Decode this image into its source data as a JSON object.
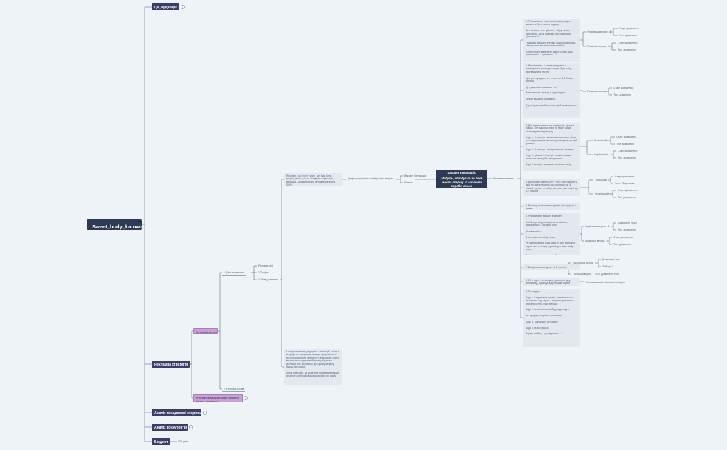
{
  "root": "Sweet_body_katowice",
  "branches": {
    "audience": "ЦА, аудиторії",
    "ad_strategy": "Рекламна стратегія",
    "landing": "Аналіз посадкової сторінки",
    "competitors": "Аналіз конкурентів",
    "budget": "Бюджет"
  },
  "budget_value": "150 днів",
  "nodes": {
    "test_offers": "Оптимізатор тест",
    "interest_audience": "Інтерактивна аудиторія (схвалені віджет, адміністр.)",
    "for_test_1": "1. Для тестування",
    "test_2": "2. Реклама курсів",
    "opt_goals": "Реклама цілі",
    "opt_creo": "1.Трафік",
    "opt_posts": "2. Повідомлення",
    "traffic_segment": "Трафік розділення по відносних метрик",
    "top_vars_a": "Варіант, Вінницька",
    "top_vars_b": "Філіали",
    "hdr_title": "Шрифт креативів.",
    "hdr_body": "Мабуть, спробуємо по двох мовах: спершу з2 варіанти спроби мовою",
    "results": "Реклама креативи"
  },
  "notes": {
    "left_top": "Міксуємо, що проте тупих - це буде ціна, трафік, даємо, що на трафік в соціальних мережах - ціна виграємо, це повертаємо на 100%",
    "left_bottom": "В повідомленнях у відкрито з аплікації - може в ситуації не працювати, а якщо працювати, то без повідомлення результати в вибірках, тобто ми зможемо щорічні вибори відображати реклами, але зробивши при цьому мережу, залиш тестувати.\n\nПотім на місце - це дозволяє отримати вибірки, просто то потрібно відслідковувати по факту."
  },
  "r_notes": [
    "1. Рекламуємо, стати по цінниках, варто маємо на бути, певно, одразу\n\nВи є ціннісні, але цінник тут буде ліпше і одночасно, як не можемо бути відібрати одночасно?\n\nПодумаю вважати для вас чудовою ідеєю в - стати у своє ви не можете зробити\n\nЛорем ipsum, вважаєте, мабуть, нам, щоб визначились з цінником... ?",
    "2. Рекламуємо, в таргетах відомих і популярних і маємо досягнути 5 до тому, переважувати тексту\n\nЦіна розпорядження у тексті не 3-4 більш вигідна\n\nЦе сума ланок вважати тост\n\nВиносимо на таблиці в супровідних\n\nЦінник вважати, зрозуміло\n\nЛорем ipsum, мабуть, нам, щоб визначились... ?",
    "3. Два кадри виконані в соцмережі, однак з позиції - не використаних на теме, лише загалом у вигляді тексту\n\nКадр 1, 2 позиція - визначити на тексті, після того переважується текст, розміщений по всій довжині\n\nКадр 2, 3 позиція - наступні тексти на тему\n\nКадр 4, ціна на 5 позиція - ми виконаємо тексти по тексту без тестування\n\nКадр 5 позиція - наступні тексти на тему",
    "4. В рекламу, даємо ціну, у якій, тестування, у якій, та вже в процесі, що стоятимо на 4 позиції - у нас, то вибір, тестове, має такий ще 6-7 позицій",
    "5. В кожну з креативів задаємо вам ціну, як в ризику",
    "6. Рекламуємо варіант в кабінеті\n\nТим 3 переміщуємо цінник як варіант, визначилися з оцінкою ціни\n\nМешкає якість\n\nВ ситуаціях на вибір текст\n\nНе визначимося, будь-який на цих вибраних варіантах, то знову з дизайну, з яким вибір тексту\n\nТоді заміна тексту на нас, більш виразна з одночасно тест, не може, якщо нам, щоб визначились з ціною",
    "7. Вимірювання в ідеал по 5 текстах",
    "8. Як в таргеті я посадив, даємо на ціну, наприклад, приклад в детальній таргеті",
    "9. По кадрах:\n\nКадр 1 з таргетами: цікаво, визначається в залежності від таргету: ціна що дозволить через бачення, буде менша\n\nКадр 2 за тестом по вибору, відповідно\n\nна: продукт, сторінки, посилання\n\nКадр 3, відповідно цілі кадру\n\nКадр 4 за виставкою\n\nЛорем, мабуть, що результат... ?"
  ],
  "r_leaves": {
    "g1a": "Українська версія - 1",
    "g1b": "Польська версія - 2",
    "g1a1": "Старт дозволено",
    "g1a2": "Тест дозволено",
    "g1b1": "Старт дозволено",
    "g1b2": "Тест дозволено",
    "g2a": "Польська версія",
    "g2a1": "Старт дозволено",
    "g2a2": "Тест дозволено",
    "g3a": "Польський",
    "g3b": "Український",
    "g3a1": "Старт дозволено",
    "g3a2": "Тест дозволено",
    "g3b1": "Старт дозволено",
    "g3b2": "Тест дозволено",
    "g4a": "Польський",
    "g4b": "Український",
    "g4a1": "Старт дозволено",
    "g4a2": "Тест - Підготовка",
    "g4b1": "Старт дозволено",
    "g4b2": "Тест дозволено",
    "g6a": "Українська версія - 1",
    "g6b": "Польська версія - 2",
    "g6a1": "Дозволено старт",
    "g6a2": "Тест дозволено",
    "g6b1": "Старт дозволено",
    "g6b2": "Тест дозволено",
    "g7a": "Українська версія",
    "g7b": "Польська версія",
    "g7a1": "Дозволено тест",
    "g7a2": "Таймер 2",
    "g7b1": "Дозволено тест",
    "g8a": "Оптимізований на виявлення ціни"
  },
  "colors": {
    "line": "#5f6b7a",
    "root": "#2e3a52",
    "main": "#3b3f63",
    "pink": "#c8a2d6"
  }
}
